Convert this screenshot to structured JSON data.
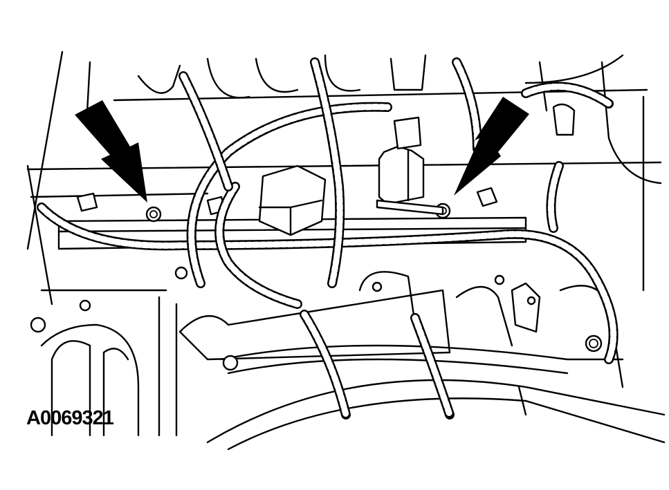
{
  "figure": {
    "id_label": "A0069321",
    "description": "Line-art illustration of engine fuel rail area with wiring harness",
    "callouts": [
      {
        "name": "left-arrow",
        "points_to": "fuel rail bolt (left)"
      },
      {
        "name": "right-arrow",
        "points_to": "fuel rail bolt (right)"
      }
    ],
    "colors": {
      "line": "#000000",
      "background": "#ffffff"
    }
  }
}
